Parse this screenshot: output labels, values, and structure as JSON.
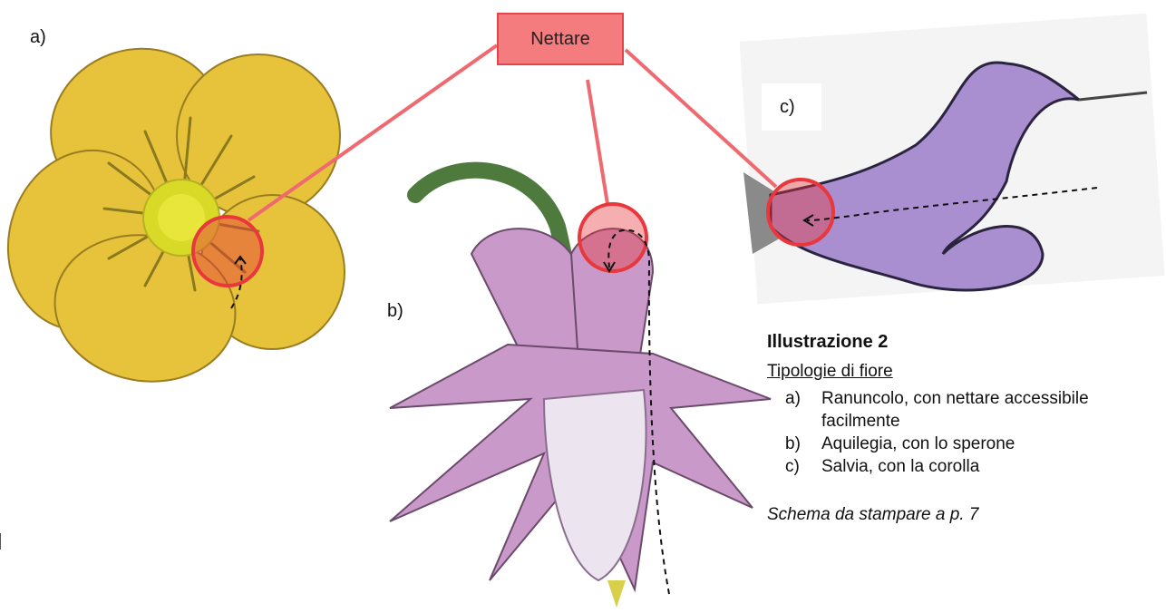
{
  "labels": {
    "a": "a)",
    "b": "b)",
    "c": "c)"
  },
  "nettare_label": "Nettare",
  "caption": {
    "title": "Illustrazione 2",
    "subtitle": "Tipologie di fiore",
    "items": [
      {
        "letter": "a)",
        "text": "Ranuncolo, con nettare accessibile facilmente"
      },
      {
        "letter": "b)",
        "text": "Aquilegia, con lo sperone"
      },
      {
        "letter": "c)",
        "text": "Salvia, con la corolla"
      }
    ],
    "note": "Schema da stampare a p. 7"
  },
  "colors": {
    "buttercup_petal": "#e6c33a",
    "buttercup_center": "#d9d928",
    "columbine": "#c99ac9",
    "sage": "#a98fcf",
    "stem": "#4e7a3d",
    "nettare_box": "#f47b7e",
    "highlight_ring": "#e8373d"
  }
}
